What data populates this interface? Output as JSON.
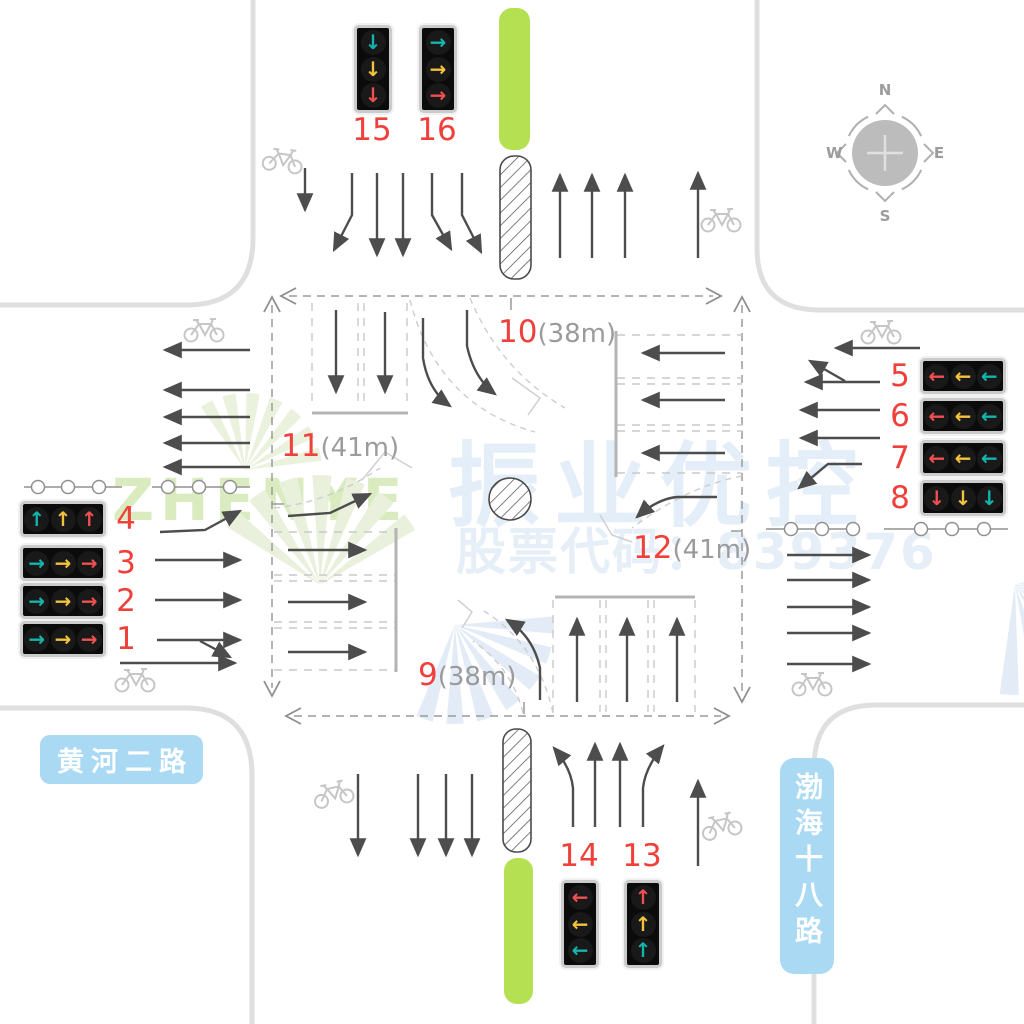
{
  "diagram_title": "signalized intersection layout",
  "road_labels": {
    "west_road": "黄河二路",
    "south_road": "渤海十八路"
  },
  "compass": {
    "north": "N",
    "south": "S",
    "east": "E",
    "west": "W"
  },
  "watermark": {
    "brand": "振业优控",
    "stock_label": "股票代码：839376",
    "logo_text": "ZHENYE"
  },
  "measurements": [
    {
      "id": "9",
      "distance": "(38m)"
    },
    {
      "id": "10",
      "distance": "(38m)"
    },
    {
      "id": "11",
      "distance": "(41m)"
    },
    {
      "id": "12",
      "distance": "(41m)"
    }
  ],
  "glyph_map": {
    "up": "↑",
    "down": "↓",
    "left": "←",
    "right": "→"
  },
  "colors": {
    "signal_teal": "#14b5ac",
    "signal_yellow": "#f4c33d",
    "signal_red": "#f25050",
    "label_red": "#f0403c",
    "badge_blue": "#aadaf3",
    "green_lane_bar": "#b4e052",
    "road_edge_gray": "#dfdfdf",
    "lane_arrow_gray": "#4d4d4d",
    "watermark_blue": "#e4eef8"
  },
  "icons": {
    "bicycle": "bicycle-icon",
    "compass": "compass-rose-icon",
    "refuge_island": "hatched-refuge-island",
    "green_bar": "green-lane-bar",
    "fence": "median-fence-line"
  },
  "signals": [
    {
      "num": "1",
      "arrows": [
        {
          "dir": "right",
          "color": "teal"
        },
        {
          "dir": "right",
          "color": "yellow"
        },
        {
          "dir": "right",
          "color": "red"
        }
      ]
    },
    {
      "num": "2",
      "arrows": [
        {
          "dir": "right",
          "color": "teal"
        },
        {
          "dir": "right",
          "color": "yellow"
        },
        {
          "dir": "right",
          "color": "red"
        }
      ]
    },
    {
      "num": "3",
      "arrows": [
        {
          "dir": "right",
          "color": "teal"
        },
        {
          "dir": "right",
          "color": "yellow"
        },
        {
          "dir": "right",
          "color": "red"
        }
      ]
    },
    {
      "num": "4",
      "arrows": [
        {
          "dir": "up",
          "color": "teal"
        },
        {
          "dir": "up",
          "color": "yellow"
        },
        {
          "dir": "up",
          "color": "red"
        }
      ]
    },
    {
      "num": "5",
      "arrows": [
        {
          "dir": "left",
          "color": "red"
        },
        {
          "dir": "left",
          "color": "yellow"
        },
        {
          "dir": "left",
          "color": "teal"
        }
      ]
    },
    {
      "num": "6",
      "arrows": [
        {
          "dir": "left",
          "color": "red"
        },
        {
          "dir": "left",
          "color": "yellow"
        },
        {
          "dir": "left",
          "color": "teal"
        }
      ]
    },
    {
      "num": "7",
      "arrows": [
        {
          "dir": "left",
          "color": "red"
        },
        {
          "dir": "left",
          "color": "yellow"
        },
        {
          "dir": "left",
          "color": "teal"
        }
      ]
    },
    {
      "num": "8",
      "arrows": [
        {
          "dir": "down",
          "color": "red"
        },
        {
          "dir": "down",
          "color": "yellow"
        },
        {
          "dir": "down",
          "color": "teal"
        }
      ]
    },
    {
      "num": "13",
      "arrows": [
        {
          "dir": "up",
          "color": "red"
        },
        {
          "dir": "up",
          "color": "yellow"
        },
        {
          "dir": "up",
          "color": "teal"
        }
      ]
    },
    {
      "num": "14",
      "arrows": [
        {
          "dir": "left",
          "color": "red"
        },
        {
          "dir": "left",
          "color": "yellow"
        },
        {
          "dir": "left",
          "color": "teal"
        }
      ]
    },
    {
      "num": "15",
      "arrows": [
        {
          "dir": "down",
          "color": "teal"
        },
        {
          "dir": "down",
          "color": "yellow"
        },
        {
          "dir": "down",
          "color": "red"
        }
      ]
    },
    {
      "num": "16",
      "arrows": [
        {
          "dir": "right",
          "color": "teal"
        },
        {
          "dir": "right",
          "color": "yellow"
        },
        {
          "dir": "right",
          "color": "red"
        }
      ]
    }
  ]
}
